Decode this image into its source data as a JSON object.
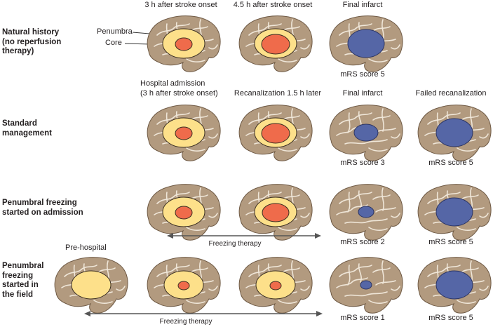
{
  "row_labels": {
    "natural_history": [
      "Natural history",
      "(no reperfusion",
      "therapy)"
    ],
    "standard_management": [
      "Standard",
      "management"
    ],
    "freezing_on_admission": [
      "Penumbral freezing",
      "started on admission"
    ],
    "freezing_in_field": [
      "Penumbral",
      "freezing",
      "started in",
      "the field"
    ]
  },
  "headers": {
    "three_h": "3 h after stroke onset",
    "four_five_h": "4.5 h after stroke onset",
    "final_infarct_1": "Final infarct",
    "hospital_admission_line1": "Hospital admission",
    "hospital_admission_line2": "(3 h after stroke onset)",
    "recanalization": "Recanalization 1.5 h later",
    "final_infarct_2": "Final infarct",
    "failed_recanalization": "Failed recanalization",
    "pre_hospital": "Pre-hospital"
  },
  "callouts": {
    "penumbra": "Penumbra",
    "core": "Core"
  },
  "mrs": {
    "row1_final": "mRS score 5",
    "row2_final": "mRS score 3",
    "row2_failed": "mRS score 5",
    "row3_final": "mRS score 2",
    "row3_failed": "mRS score 5",
    "row4_final": "mRS score 1",
    "row4_failed": "mRS score 5"
  },
  "arrows": {
    "row3": "Freezing therapy",
    "row4": "Freezing therapy"
  },
  "colors": {
    "brain": "#b29a7f",
    "brain_outline": "#6f5a45",
    "gyri": "#efe6d8",
    "penumbra": "#fde08a",
    "core": "#ef6b4b",
    "infarct": "#5566a6",
    "arrow": "#555555"
  }
}
